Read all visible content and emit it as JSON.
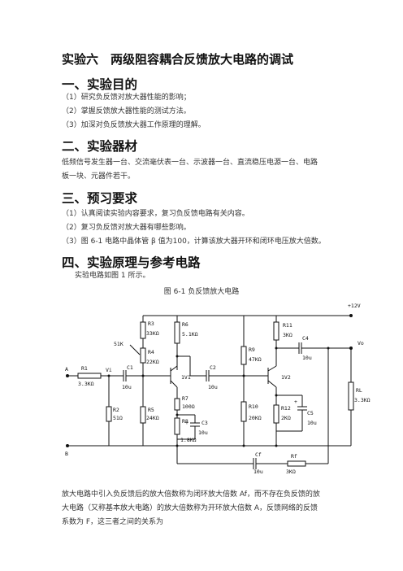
{
  "title": "实验六　两级阻容耦合反馈放大电路的调试",
  "section1": {
    "heading": "一、实验目的",
    "items": [
      "（1）研究负反馈对放大器性能的影响；",
      "（2）掌握反馈放大器性能的测试方法。",
      "（3）加深对负反馈放大器工作原理的理解。"
    ]
  },
  "section2": {
    "heading": "二、实验器材",
    "lines": [
      "低频信号发生器一台、交流毫伏表一台、示波器一台、直流稳压电源一台、电路",
      "板一块、元器件若干。"
    ]
  },
  "section3": {
    "heading": "三、预习要求",
    "items": [
      "（1）认真阅读实验内容要求，复习负反馈电路有关内容。",
      "（2）复习负反馈对放大器有哪些影响。",
      "（3）图 6-1 电路中晶体管 β 值为100，计算该放大器开环和闭环电压放大倍数。"
    ]
  },
  "section4": {
    "heading": "四、实验原理与参考电路",
    "intro": "实验电路如图 1 所示。",
    "figure_caption": "图 6-1 负反馈放大电路"
  },
  "circuit": {
    "vcc": "+12V",
    "vo": "Vo",
    "vi": "Vi",
    "A": "A",
    "B": "B",
    "T1": "1V1",
    "T2": "1V2",
    "R1": [
      "R1",
      "3.3KΩ"
    ],
    "R2": [
      "R2",
      "51Ω"
    ],
    "Rw": "51K",
    "R3": [
      "R3",
      "33KΩ"
    ],
    "R4": [
      "R4",
      "22KΩ"
    ],
    "R5": [
      "R5",
      "24KΩ"
    ],
    "R6": [
      "R6",
      "5.1KΩ"
    ],
    "R7": [
      "R7",
      "100Ω"
    ],
    "R8": [
      "R8",
      "1.8KΩ"
    ],
    "R9": [
      "R9",
      "47KΩ"
    ],
    "R10": [
      "R10",
      "20KΩ"
    ],
    "R11": [
      "R11",
      "3KΩ"
    ],
    "R12": [
      "R12",
      "2KΩ"
    ],
    "RL": [
      "RL",
      "3.3KΩ"
    ],
    "Rf": [
      "Rf",
      "3KΩ"
    ],
    "C1": [
      "C1",
      "10u"
    ],
    "C2": [
      "C2",
      "10u"
    ],
    "C3": [
      "C3",
      "10u"
    ],
    "C4": [
      "C4",
      "10u"
    ],
    "C5": [
      "C5",
      "10u"
    ],
    "Cf": [
      "Cf",
      "10u"
    ],
    "plus": "+"
  },
  "paragraph": [
    "放大电路中引入负反馈后的放大倍数称为闭环放大倍数 Af，而不存在负反馈的放",
    "大电路（又称基本放大电路）的放大倍数称为开环放大倍数 A，反馈网络的反馈",
    "系数为 F，这三者之间的关系为"
  ]
}
